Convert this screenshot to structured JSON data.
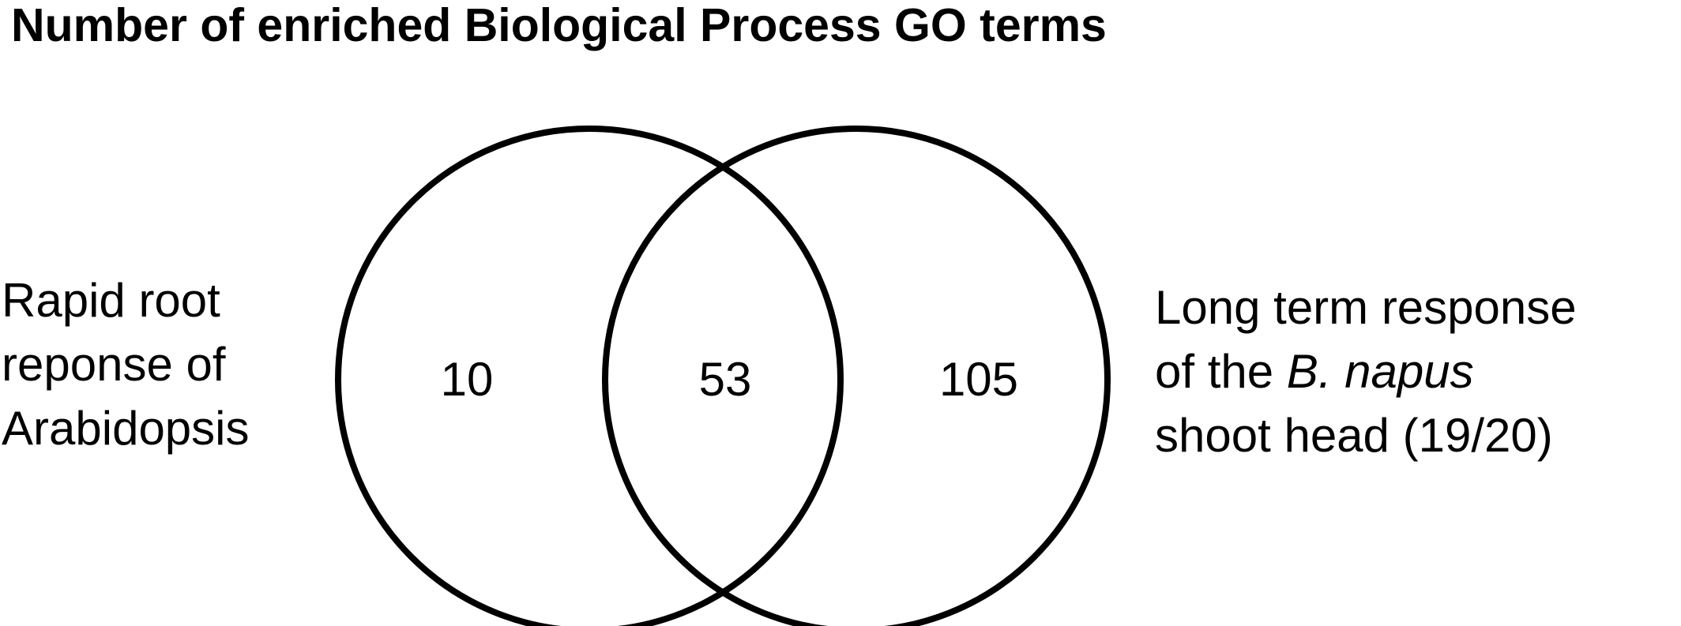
{
  "title": "Number of enriched Biological Process GO terms",
  "sets": {
    "left": {
      "lines": [
        "Rapid root",
        "reponse of",
        "Arabidopsis"
      ]
    },
    "right": {
      "line1": "Long term response",
      "line2_prefix": "of the ",
      "line2_italic": "B. napus",
      "line3": "shoot head (19/20)"
    }
  },
  "counts": {
    "left_only": "10",
    "intersection": "53",
    "right_only": "105"
  },
  "colors": {
    "stroke": "#000000",
    "background": "#ffffff",
    "text": "#000000"
  }
}
